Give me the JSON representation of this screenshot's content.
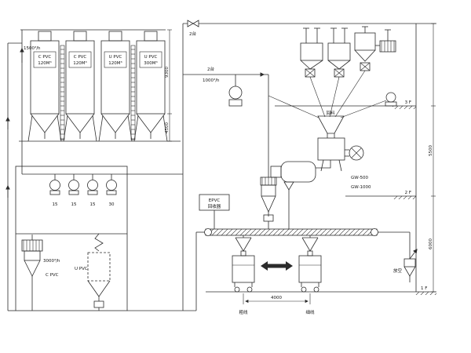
{
  "diagram": {
    "silos": [
      {
        "name": "C PVC",
        "capacity": "120M³"
      },
      {
        "name": "C PVC",
        "capacity": "120M³"
      },
      {
        "name": "U PVC",
        "capacity": "120M³"
      },
      {
        "name": "U PVC",
        "capacity": "300M³"
      }
    ],
    "flow_rates": {
      "silo_riser": "1500³/h",
      "transfer": "1000³/h",
      "day_bin": "3000³/h"
    },
    "unit_counts": {
      "header": "2台",
      "transfer": "2台"
    },
    "blower_powers": [
      "15",
      "15",
      "15",
      "30"
    ],
    "day_bins": {
      "left": "C PVC",
      "right": "U PVC"
    },
    "recycler": {
      "line1": "EPVC",
      "line2": "回收器"
    },
    "mixers": {
      "heating": "GW-500",
      "cooling": "GW-1000"
    },
    "hopper_label": "回料",
    "vent_label": "放空",
    "floors": {
      "f3": "3 F",
      "f2": "2 F",
      "f1": "1 F"
    },
    "dimensions": {
      "silo_height": "9300",
      "silo_lower": "4500",
      "right_upper": "5500",
      "right_lower": "6000",
      "station_span": "4000"
    },
    "stations": {
      "left": "粗线",
      "right": "细线"
    }
  }
}
